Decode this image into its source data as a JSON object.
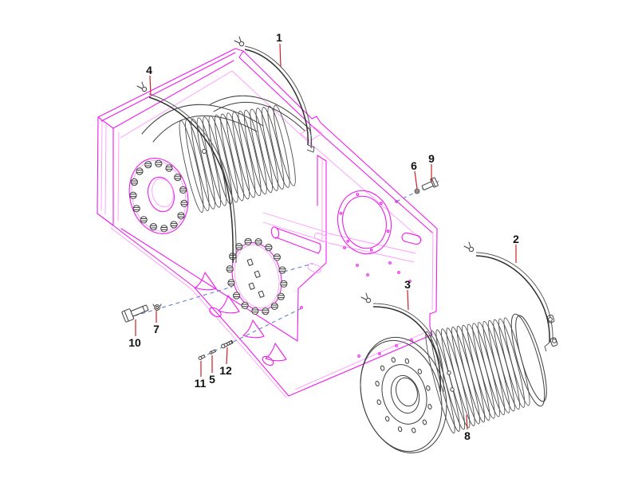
{
  "figure": {
    "kind": "exploded-parts-diagram",
    "callouts": [
      {
        "label": "1"
      },
      {
        "label": "2"
      },
      {
        "label": "3"
      },
      {
        "label": "4"
      },
      {
        "label": "5"
      },
      {
        "label": "6"
      },
      {
        "label": "7"
      },
      {
        "label": "8"
      },
      {
        "label": "9"
      },
      {
        "label": "10"
      },
      {
        "label": "11"
      },
      {
        "label": "12"
      }
    ]
  },
  "colors": {
    "frame": "#ee1cee",
    "frame_light": "#ff9aff",
    "part_lines": "#3f3f3f",
    "centerline": "#5f74c4",
    "leader": "#cc2222",
    "label_text": "#111111",
    "background": "#ffffff"
  }
}
